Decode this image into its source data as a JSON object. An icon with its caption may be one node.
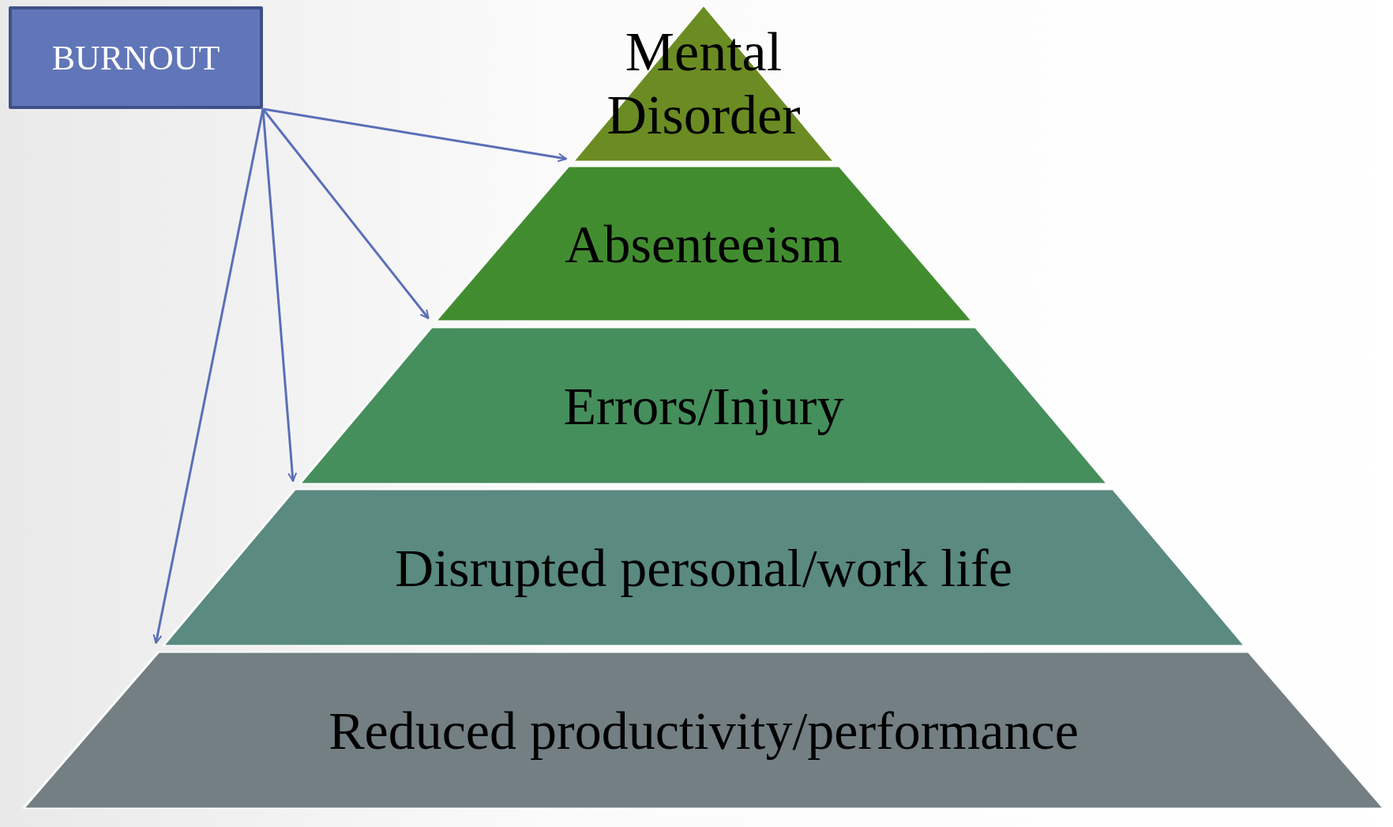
{
  "diagram": {
    "nodes": [
      {
        "text": [
          "BURNOUT"
        ]
      },
      {
        "text": [
          "Mental Disorder"
        ]
      },
      {
        "text": [
          "Absenteeism"
        ]
      },
      {
        "text": [
          "Errors/Injury"
        ]
      },
      {
        "text": [
          "Disrupted personal/work life"
        ]
      },
      {
        "text": [
          "Reduced productivity/performance"
        ]
      }
    ],
    "edges": [
      {
        "from": 0,
        "to": 1,
        "arrow": "to"
      },
      {
        "from": 0,
        "to": 2,
        "arrow": "to"
      },
      {
        "from": 0,
        "to": 3,
        "arrow": "to"
      },
      {
        "from": 0,
        "to": 4,
        "arrow": "to"
      }
    ]
  }
}
